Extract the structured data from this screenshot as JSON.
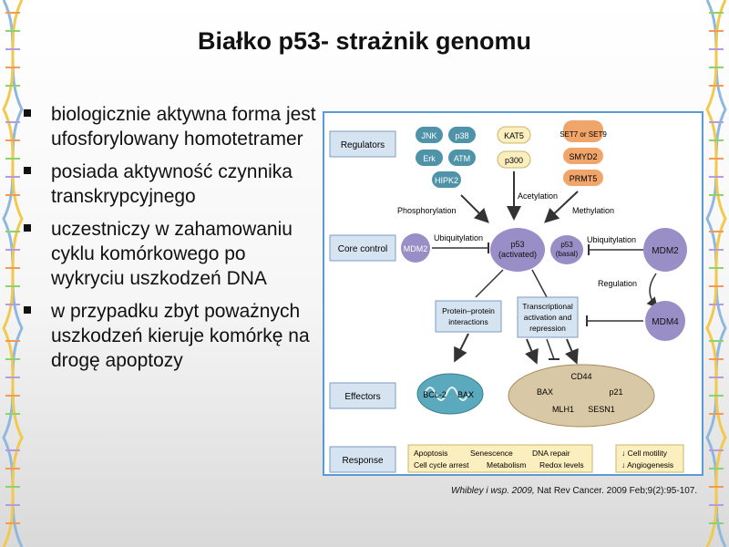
{
  "title": "Białko p53- strażnik genomu",
  "bullets": [
    "biologicznie aktywna forma jest ufosforylowany homotetramer",
    "posiada aktywność czynnika transkrypcyjnego",
    "uczestniczy w zahamowaniu cyklu komórkowego po wykryciu uszkodzeń DNA",
    "w przypadku zbyt poważnych uszkodzeń kieruje komórkę na drogę apoptozy"
  ],
  "diagram": {
    "rows": [
      "Regulators",
      "Core control",
      "Effectors",
      "Response"
    ],
    "kinases": [
      "JNK",
      "p38",
      "Erk",
      "ATM",
      "HIPK2"
    ],
    "acetyl": [
      "KAT5",
      "p300"
    ],
    "methyl": [
      "SET7 or SET9",
      "SMYD2",
      "PRMT5"
    ],
    "phosphorylation": "Phosphorylation",
    "acetylation": "Acetylation",
    "methylation": "Methylation",
    "ubiquitylation_left": "Ubiquitylation",
    "ubiquitylation_right": "Ubiquitylation",
    "regulation": "Regulation",
    "mdm2_left": "MDM2",
    "mdm2_right": "MDM2",
    "mdm4": "MDM4",
    "p53_active_1": "p53",
    "p53_active_2": "(activated)",
    "p53_basal_1": "p53",
    "p53_basal_2": "(basal)",
    "ppi_1": "Protein–protein",
    "ppi_2": "interactions",
    "trans_1": "Transcriptional",
    "trans_2": "activation and",
    "trans_3": "repression",
    "bcl2": "BCL-2",
    "bax_mito": "BAX",
    "targets": [
      "CD44",
      "BAX",
      "p21",
      "MLH1",
      "SESN1"
    ],
    "response_left": [
      [
        "Apoptosis",
        "Senescence",
        "DNA repair"
      ],
      [
        "Cell cycle arrest",
        "Metabolism",
        "Redox levels"
      ]
    ],
    "response_right": [
      "↓ Cell motility",
      "↓ Angiogenesis"
    ]
  },
  "citation": {
    "authors": "Whibley i wsp. 2009,",
    "source": " Nat Rev Cancer. 2009 Feb;9(2):95-107."
  },
  "colors": {
    "kinase_fill": "#4f93a8",
    "acetyl_fill": "#fbefbf",
    "methyl_fill": "#f0a56a",
    "mdm_fill": "#9a8ec7",
    "effector_fill": "#d9c8a5",
    "mito_fill": "#5aa9bd",
    "row_label_fill": "#d6e3f0",
    "frame": "#5b9bd5"
  }
}
